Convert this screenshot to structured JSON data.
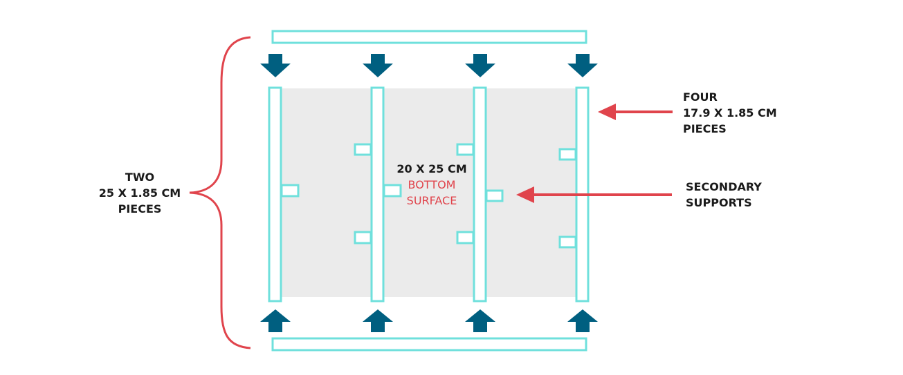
{
  "colors": {
    "board_stroke": "#6fe0dc",
    "surface_fill": "#ebebeb",
    "arrow_blue": "#005f80",
    "pointer_red": "#e0444c",
    "brace_red": "#e0444c",
    "text_dark": "#1a1a1a"
  },
  "labels": {
    "two_pieces": [
      "TWO",
      "25 X 1.85 CM",
      "PIECES"
    ],
    "four_pieces": [
      "FOUR",
      "17.9 X 1.85 CM",
      "PIECES"
    ],
    "secondary_supports": [
      "SECONDARY",
      "SUPPORTS"
    ],
    "surface_size": "20 X 25 CM",
    "surface_name": [
      "BOTTOM",
      "SURFACE"
    ]
  }
}
